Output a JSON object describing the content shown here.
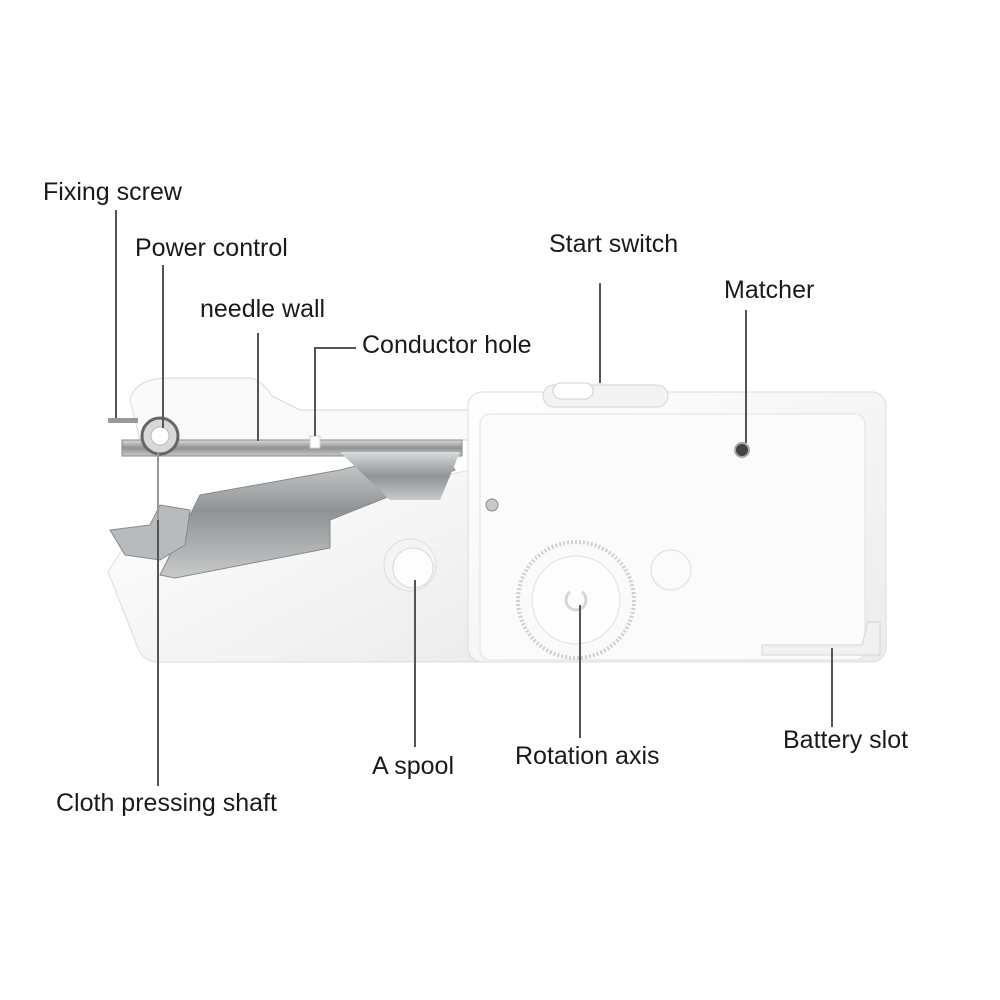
{
  "labels": {
    "fixing_screw": "Fixing screw",
    "power_control": "Power control",
    "needle_wall": "needle wall",
    "conductor_hole": "Conductor hole",
    "start_switch": "Start switch",
    "matcher": "Matcher",
    "battery_slot": "Battery slot",
    "rotation_axis": "Rotation axis",
    "a_spool": "A spool",
    "cloth_pressing_shaft": "Cloth pressing shaft"
  },
  "colors": {
    "body": "#f7f7f7",
    "metal": "#a9acae",
    "leader_line": "#555555",
    "text": "#1a1a1a"
  }
}
